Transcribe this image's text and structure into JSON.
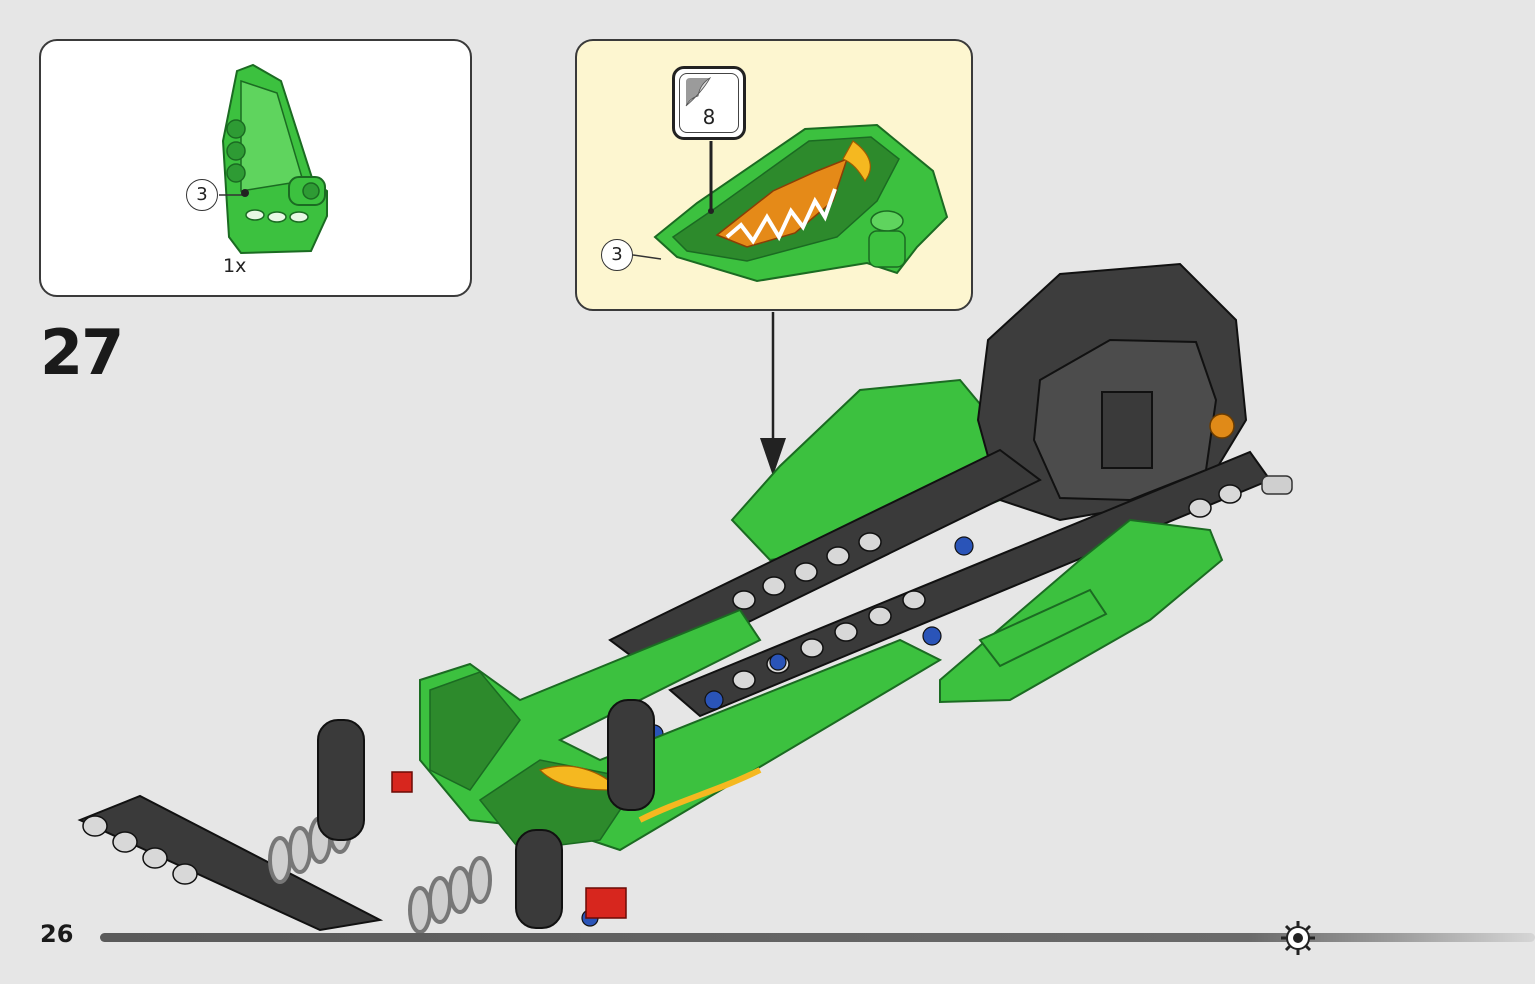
{
  "step": {
    "number": "27"
  },
  "page": {
    "number": "26"
  },
  "parts_list": {
    "quantity": "1x",
    "callout": "3",
    "part_color": "#3cc13f"
  },
  "subassembly": {
    "callout": "3",
    "sticker_number": "8"
  },
  "colors": {
    "lime_green": "#3cc13f",
    "dark_green": "#1f8a2c",
    "dark_gray": "#3d3d3d",
    "light_gray": "#d8d8d8",
    "panel_yellow": "#fdf6d0",
    "axle_red": "#d7261e",
    "pin_blue": "#2a54b8"
  },
  "icons": [
    "sticker-icon",
    "arrow-down-icon",
    "progress-gear-icon"
  ]
}
